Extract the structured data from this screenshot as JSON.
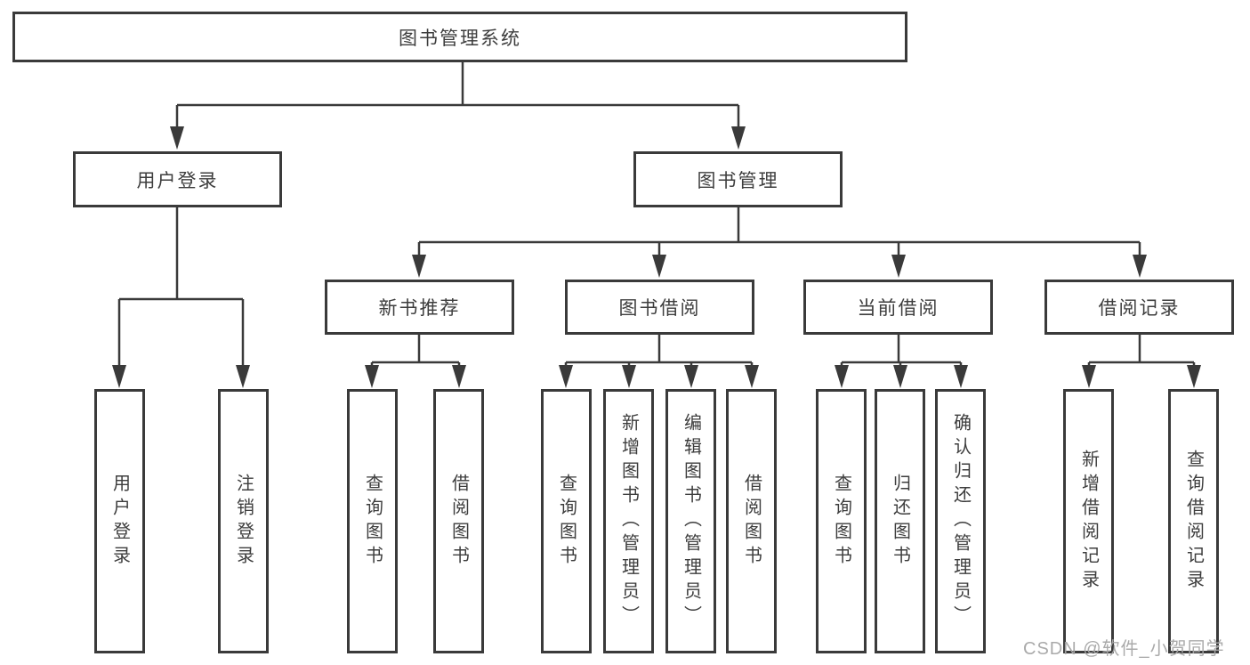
{
  "diagram": {
    "colors": {
      "line": "#3a3a3a",
      "text": "#3d3d3d",
      "background": "#ffffff"
    },
    "level1": {
      "label": "图书管理系统"
    },
    "level2": [
      {
        "label": "用户登录",
        "children": [
          {
            "label": "用户登录"
          },
          {
            "label": "注销登录"
          }
        ]
      },
      {
        "label": "图书管理"
      }
    ],
    "level3": [
      {
        "label": "新书推荐",
        "children": [
          {
            "label": "查询图书"
          },
          {
            "label": "借阅图书"
          }
        ]
      },
      {
        "label": "图书借阅",
        "children": [
          {
            "label": "查询图书"
          },
          {
            "label": "新增图书（管理员）"
          },
          {
            "label": "编辑图书（管理员）"
          },
          {
            "label": "借阅图书"
          }
        ]
      },
      {
        "label": "当前借阅",
        "children": [
          {
            "label": "查询图书"
          },
          {
            "label": "归还图书"
          },
          {
            "label": "确认归还（管理员）"
          }
        ]
      },
      {
        "label": "借阅记录",
        "children": [
          {
            "label": "新增借阅记录"
          },
          {
            "label": "查询借阅记录"
          }
        ]
      }
    ]
  },
  "watermark": {
    "text": "CSDN @软件_小贺同学"
  }
}
